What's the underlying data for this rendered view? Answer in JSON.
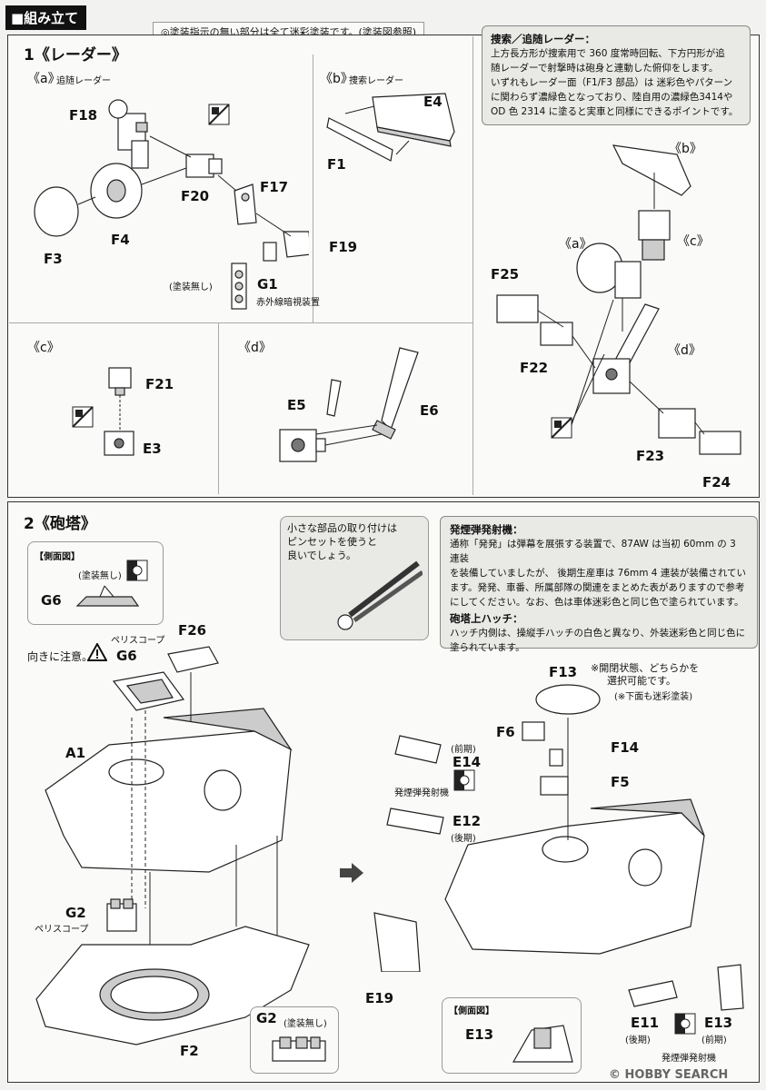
{
  "header": "■組み立て",
  "top_note": "◎塗装指示の無い部分は全て迷彩塗装です。(塗装図参照)",
  "step1": {
    "title": "1《レーダー》",
    "a_label": "《a》",
    "a_sub": "追随レーダー",
    "b_label": "《b》",
    "b_sub": "捜索レーダー",
    "c_label": "《c》",
    "d_label": "《d》",
    "parts": {
      "F18": "F18",
      "F20": "F20",
      "F17": "F17",
      "F3": "F3",
      "F4": "F4",
      "F19": "F19",
      "G1": "G1",
      "E4": "E4",
      "F1": "F1",
      "F21": "F21",
      "E3": "E3",
      "E5": "E5",
      "E6": "E6",
      "F25": "F25",
      "F22": "F22",
      "F23": "F23",
      "F24": "F24"
    },
    "g1_note": "(塗装無し)",
    "g1_desc": "赤外線暗視装置",
    "assembly_a": "《a》",
    "assembly_b": "《b》",
    "assembly_c": "《c》",
    "assembly_d": "《d》",
    "info_title": "捜索／追随レーダー：",
    "info_text": [
      "上方長方形が捜索用で 360 度常時回転、下方円形が追",
      "随レーダーで射撃時は砲身と連動した俯仰をします。",
      "いずれもレーダー面（F1/F3 部品）は 迷彩色やパターン",
      "に関わらず濃緑色となっており、陸自用の濃緑色3414や",
      "OD 色 2314 に塗ると実車と同様にできるポイントです。"
    ]
  },
  "step2": {
    "title": "2《砲塔》",
    "side_view": "【側面図】",
    "side_note": "(塗装無し)",
    "g6": "G6",
    "orientation": "向きに注意。",
    "periscope_top": "ペリスコープ",
    "g6b": "G6",
    "f26": "F26",
    "a1": "A1",
    "g2": "G2",
    "periscope_bottom": "ペリスコープ",
    "f2": "F2",
    "g2_box_label": "G2",
    "g2_box_note": "(塗装無し)",
    "tweezers_note": [
      "小さな部品の取り付けは",
      "ピンセットを使うと",
      "良いでしょう。"
    ],
    "launcher_title": "発煙弾発射機：",
    "launcher_text": [
      "通称「発発」は弾幕を展張する装置で、87AW は当初 60mm の 3 連装",
      "を装備していましたが、 後期生産車は 76mm 4 連装が装備されてい",
      "ます。発発、車番、所属部隊の関連をまとめた表がありますので参考",
      "にしてください。なお、色は車体迷彩色と同じ色で塗られています。"
    ],
    "hatch_title": "砲塔上ハッチ：",
    "hatch_text": [
      "ハッチ内側は、操縦手ハッチの白色と異なり、外装迷彩色と同じ色に",
      "塗られています。"
    ],
    "f13": "F13",
    "f13_note1": "※開閉状態、どちらかを",
    "f13_note2": "選択可能です。",
    "f13_note3": "(※下面も迷彩塗装)",
    "f6": "F6",
    "f14": "F14",
    "f5": "F5",
    "e14": "E14",
    "e14_note": "(前期)",
    "launcher_label": "発煙弾発射機",
    "e12": "E12",
    "e12_note": "(後期)",
    "e19": "E19",
    "side_view2": "【側面図】",
    "e13_side": "E13",
    "e11": "E11",
    "e11_note": "(後期)",
    "e13": "E13",
    "e13_note": "(前期)",
    "launcher_label2": "発煙弾発射機"
  },
  "watermark": "© HOBBY SEARCH"
}
